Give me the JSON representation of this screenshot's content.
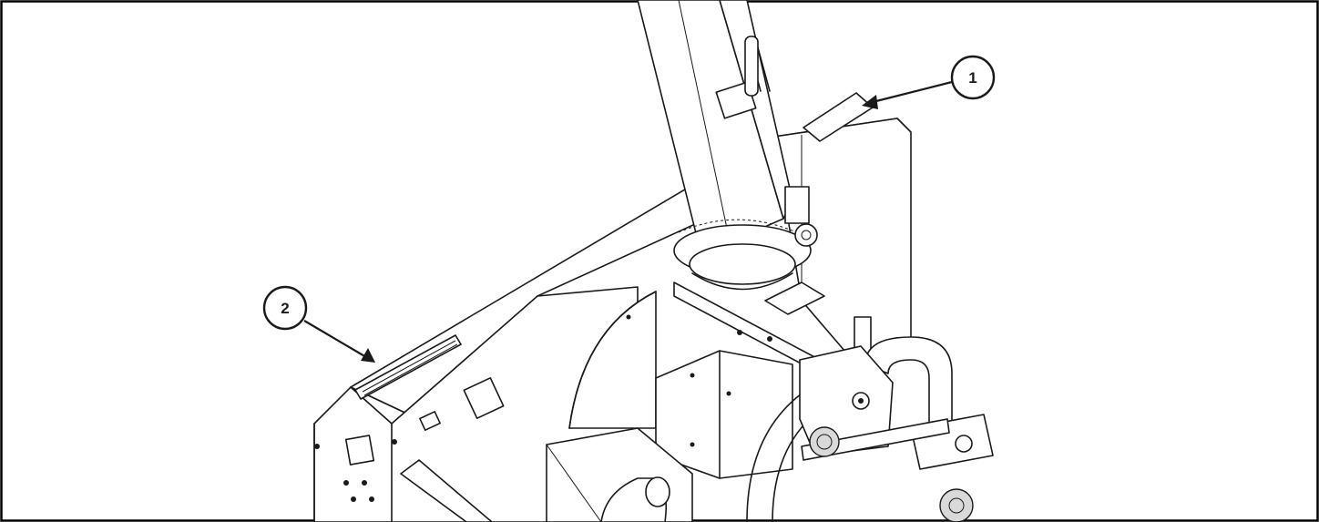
{
  "callouts": [
    {
      "number": "1",
      "target": "decal-top-right-panel"
    },
    {
      "number": "2",
      "target": "brand-decal-hood"
    }
  ],
  "colors": {
    "line": "#1a1a1a",
    "background": "#ffffff",
    "frame": "#000000"
  }
}
